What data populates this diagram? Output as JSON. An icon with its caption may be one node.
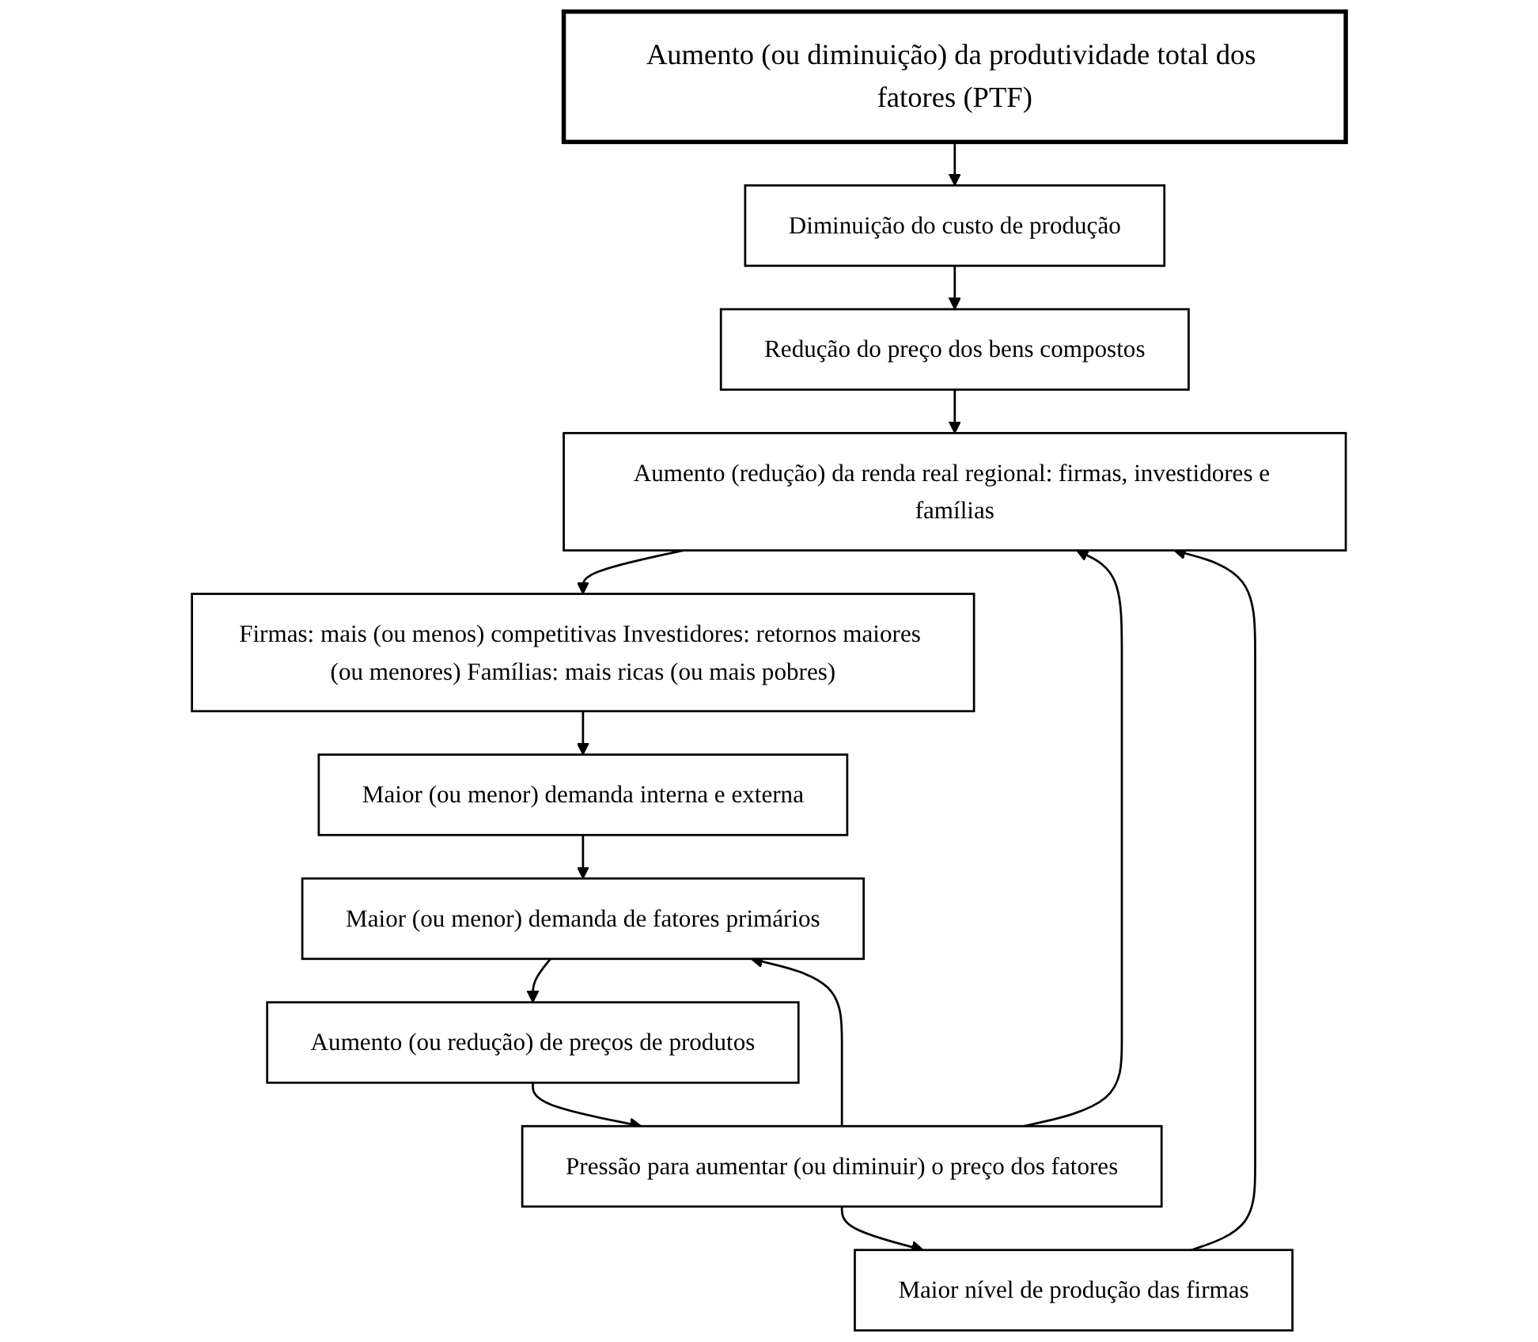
{
  "diagram": {
    "nodes": [
      {
        "text": [
          "Aumento (ou diminuição) da produtividade total dos fatores (PTF)"
        ]
      },
      {
        "text": [
          "Diminuição do custo de produção"
        ]
      },
      {
        "text": [
          "Redução do preço dos bens compostos"
        ]
      },
      {
        "text": [
          "Aumento (redução) da renda real regional: firmas, investidores e famílias"
        ]
      },
      {
        "text": [
          "Firmas: mais (ou menos) competitivas Investidores: retornos maiores (ou menores) Famílias: mais ricas (ou mais pobres)"
        ]
      },
      {
        "text": [
          "Maior (ou menor) demanda interna e externa"
        ]
      },
      {
        "text": [
          "Maior (ou menor) demanda de fatores primários"
        ]
      },
      {
        "text": [
          "Aumento (ou redução) de preços de produtos"
        ]
      },
      {
        "text": [
          "Pressão para aumentar (ou diminuir) o preço dos fatores"
        ]
      },
      {
        "text": [
          "Maior nível de produção das firmas"
        ]
      }
    ],
    "edges": [
      {
        "from": 0,
        "to": 1,
        "arrow": "to"
      },
      {
        "from": 1,
        "to": 2,
        "arrow": "to"
      },
      {
        "from": 2,
        "to": 3,
        "arrow": "to"
      },
      {
        "from": 3,
        "to": 4,
        "arrow": "to"
      },
      {
        "from": 4,
        "to": 5,
        "arrow": "to"
      },
      {
        "from": 5,
        "to": 6,
        "arrow": "to"
      },
      {
        "from": 6,
        "to": 7,
        "arrow": "to"
      },
      {
        "from": 7,
        "to": 8,
        "arrow": "to"
      },
      {
        "from": 8,
        "to": 9,
        "arrow": "to"
      },
      {
        "from": 8,
        "to": 6,
        "arrow": "to"
      },
      {
        "from": 8,
        "to": 3,
        "arrow": "to"
      },
      {
        "from": 9,
        "to": 3,
        "arrow": "to"
      }
    ]
  }
}
